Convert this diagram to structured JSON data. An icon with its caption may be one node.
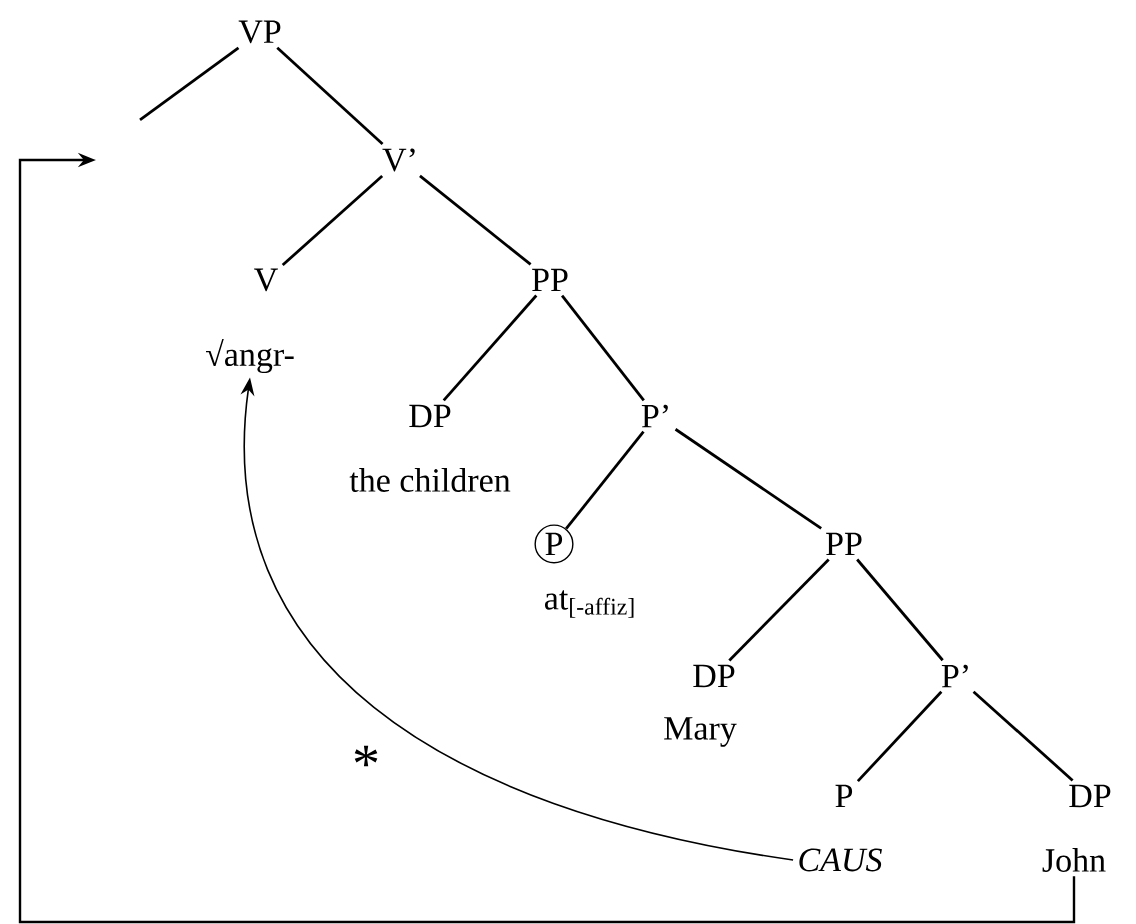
{
  "diagram": {
    "nodes": [
      {
        "text": [
          "VP"
        ]
      },
      {
        "text": [
          "V’"
        ]
      },
      {
        "text": [
          "V"
        ]
      },
      {
        "text": [
          "√angr-"
        ]
      },
      {
        "text": [
          "PP"
        ]
      },
      {
        "text": [
          "DP"
        ]
      },
      {
        "text": [
          "the children"
        ]
      },
      {
        "text": [
          "P’"
        ]
      },
      {
        "text": [
          "P"
        ]
      },
      {
        "text": [
          "at$_{[-affiz]}$"
        ]
      },
      {
        "text": [
          "PP"
        ]
      },
      {
        "text": [
          "DP"
        ]
      },
      {
        "text": [
          "Mary"
        ]
      },
      {
        "text": [
          "P’"
        ]
      },
      {
        "text": [
          "P"
        ]
      },
      {
        "text": [
          "CAUS"
        ]
      },
      {
        "text": [
          "DP"
        ]
      },
      {
        "text": [
          "John"
        ]
      }
    ],
    "edges": [
      {
        "from": 0,
        "to": null,
        "arrow": "none"
      },
      {
        "from": 0,
        "to": 1,
        "arrow": "none"
      },
      {
        "from": 1,
        "to": 2,
        "arrow": "none"
      },
      {
        "from": 1,
        "to": 4,
        "arrow": "none"
      },
      {
        "from": 4,
        "to": 5,
        "arrow": "none"
      },
      {
        "from": 4,
        "to": 7,
        "arrow": "none"
      },
      {
        "from": 7,
        "to": 8,
        "arrow": "none"
      },
      {
        "from": 7,
        "to": 10,
        "arrow": "none"
      },
      {
        "from": 10,
        "to": 11,
        "arrow": "none"
      },
      {
        "from": 10,
        "to": 13,
        "arrow": "none"
      },
      {
        "from": 13,
        "to": 14,
        "arrow": "none"
      },
      {
        "from": 13,
        "to": 16,
        "arrow": "none"
      },
      {
        "from": 15,
        "to": 3,
        "arrow": "to",
        "label": "*"
      },
      {
        "from": 17,
        "to": null,
        "arrow": "to"
      }
    ]
  }
}
